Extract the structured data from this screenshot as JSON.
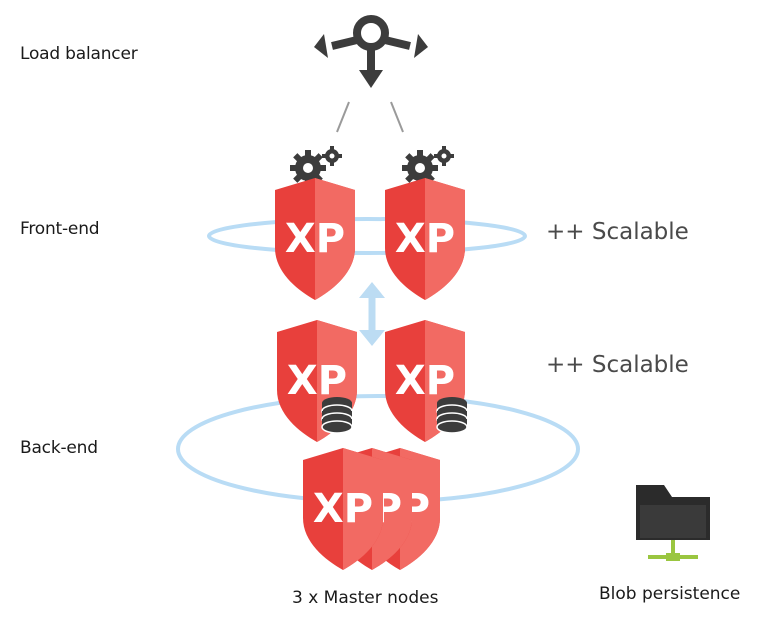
{
  "tiers": {
    "load_balancer": "Load balancer",
    "front_end": "Front-end",
    "back_end": "Back-end"
  },
  "scalable": {
    "front": "++ Scalable",
    "back": "++ Scalable"
  },
  "shield_text": "XP",
  "master_nodes_label": "3 x Master nodes",
  "blob_label": "Blob persistence",
  "colors": {
    "shield_left": "#e8403c",
    "shield_right": "#f26a63",
    "ring": "#b9dcf5",
    "icon_dark": "#3c3c3c",
    "connector_green": "#9ac640"
  }
}
